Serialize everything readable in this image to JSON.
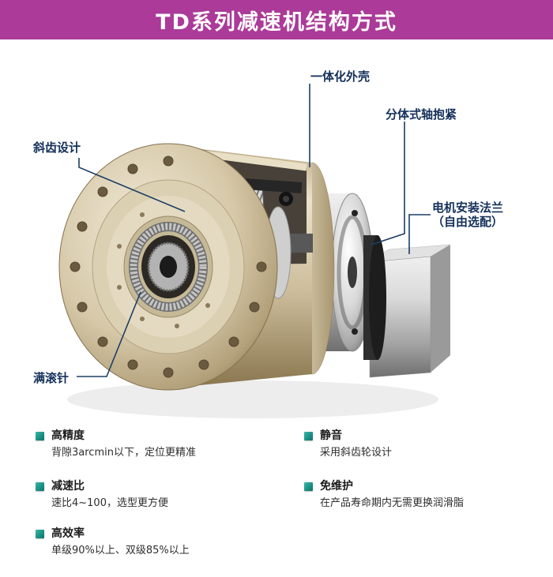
{
  "header": {
    "title": "TD系列减速机结构方式"
  },
  "colors": {
    "header_bg": "#ab3a98",
    "callout_text": "#14305a",
    "leader_line": "#1c3f66",
    "accent_teal": "#1a9387",
    "housing_beige": "#d6c8a8",
    "metal_silver": "#c9c9c9"
  },
  "callouts": {
    "housing": "一体化外壳",
    "clamp": "分体式轴抱紧",
    "helical": "斜齿设计",
    "flange_line1": "电机安装法兰",
    "flange_line2": "（自由选配）",
    "needle": "满滚针"
  },
  "features": {
    "left": [
      {
        "title": "高精度",
        "desc": "背隙3arcmin以下，定位更精准"
      },
      {
        "title": "减速比",
        "desc": "速比4~100，选型更方便"
      },
      {
        "title": "高效率",
        "desc": "单级90%以上、双级85%以上"
      }
    ],
    "right": [
      {
        "title": "静音",
        "desc": "采用斜齿轮设计"
      },
      {
        "title": "免维护",
        "desc": "在产品寿命期内无需更换润滑脂"
      }
    ]
  }
}
